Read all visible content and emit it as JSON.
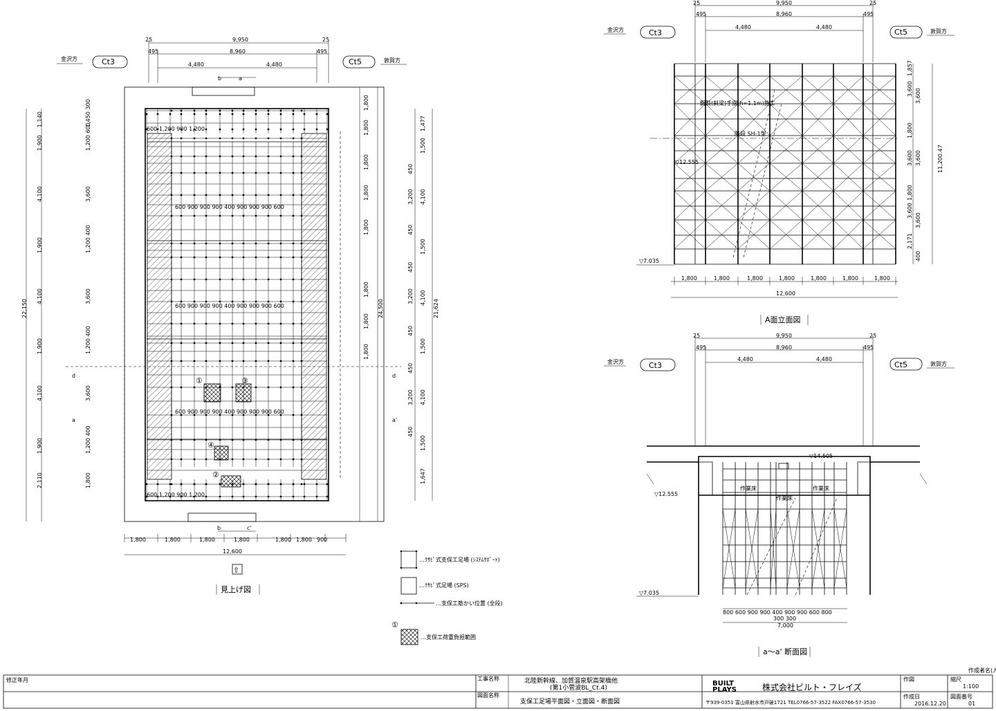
{
  "badges": {
    "left": "Ct3",
    "right": "Ct5"
  },
  "directions": {
    "kanazawa": "金沢方",
    "tsuruga": "敦賀方"
  },
  "plan": {
    "top_dims": [
      "25",
      "9,950",
      "25",
      "495",
      "8,960",
      "495",
      "4,480",
      "4,480"
    ],
    "bottom_dims": [
      "1,800",
      "1,800",
      "1,800",
      "1,800",
      "1,800",
      "1,800",
      "900",
      "12,600"
    ],
    "far_left_dims": [
      "1,140",
      "1,900",
      "4,100",
      "1,900",
      "4,100",
      "1,900",
      "4,100",
      "1,900",
      "2,110",
      "22,150"
    ],
    "right_dims": [
      "1,800",
      "1,800",
      "1,800",
      "1,800",
      "1,800",
      "1,800",
      "1,800",
      "1,800",
      "24,500",
      "21,624"
    ],
    "right2_dims": [
      "1,477",
      "1,500",
      "4,100",
      "1,500",
      "4,100",
      "1,500",
      "4,100",
      "1,500",
      "1,647"
    ],
    "right3_dims": [
      "450",
      "3,200",
      "450",
      "450",
      "3,200",
      "450",
      "450",
      "3,200",
      "450"
    ],
    "inner_row_label": "600 900 900 900 400 900 900 900 600",
    "top_row_label": "600 1,200 900 1,200",
    "callouts": [
      "①",
      "②",
      "③",
      "④"
    ],
    "view_arrow": "⇧",
    "title": "見上げ図"
  },
  "elevation": {
    "top_dims": [
      "25",
      "9,950",
      "25",
      "495",
      "8,960",
      "495",
      "4,480",
      "4,480"
    ],
    "bottom_dims": [
      "1,800",
      "1,800",
      "1,800",
      "1,800",
      "1,800",
      "1,800",
      "1,800",
      "12,600"
    ],
    "right_dims": [
      "1,857",
      "3,600",
      "1,800",
      "3,600",
      "1,800",
      "3,600",
      "2,171",
      "11,200.47"
    ],
    "level": "▽7.035",
    "level2": "▽12.555",
    "note1": "鋼製(斜梁)手摺(h=1.1m)施工",
    "note2": "階段 SH-1型",
    "title": "A面立面図"
  },
  "section": {
    "top_dims": [
      "25",
      "9,950",
      "25",
      "495",
      "8,960",
      "495",
      "4,480",
      "4,480"
    ],
    "bottom_dims": "800 600 900 900 400 900 900 600 800",
    "bottom_sub": "300 300",
    "bottom_total": "7,000",
    "level_top": "▽14.505",
    "level_mid": "▽12.555",
    "level_bot": "▽7.035",
    "work_floor": "作業床",
    "title": "a～a' 断面図"
  },
  "legend": [
    {
      "text": "…ｸｻﾋﾞ式支保工足場 (ｼｽﾃﾑｻﾎﾟｰﾄ)"
    },
    {
      "text": "…ｸｻﾋﾞ式足場 (SPS)"
    },
    {
      "text": "…支保工筋かい位置 (全段)"
    },
    {
      "text": "…支保工荷重負担範囲",
      "num": "①"
    }
  ],
  "title_block": {
    "revision_label": "修正年月",
    "project_label": "工事名称",
    "project_line1": "北陸新幹線、加賀温泉駅高架橋他",
    "project_line2": "(第1小菅波BL_Ct.4)",
    "drawing_label": "図面名称",
    "drawing_name": "支保工足場平面図・立面図・断面図",
    "logo1": "BUILT",
    "logo2": "PLAYS",
    "company": "株式会社ビルト・フレイズ",
    "address": "〒939-0351 富山県射水市戸破1721 TEL0766-57-3522 FAX0766-57-3530",
    "scale_label": "縮尺",
    "scale": "1:100",
    "date_label": "作成日",
    "date": "2016.12.20",
    "drawing_no_label": "図面番号",
    "drawing_no": "01",
    "check_label": "作図",
    "corner": "作成者名(入力)"
  }
}
